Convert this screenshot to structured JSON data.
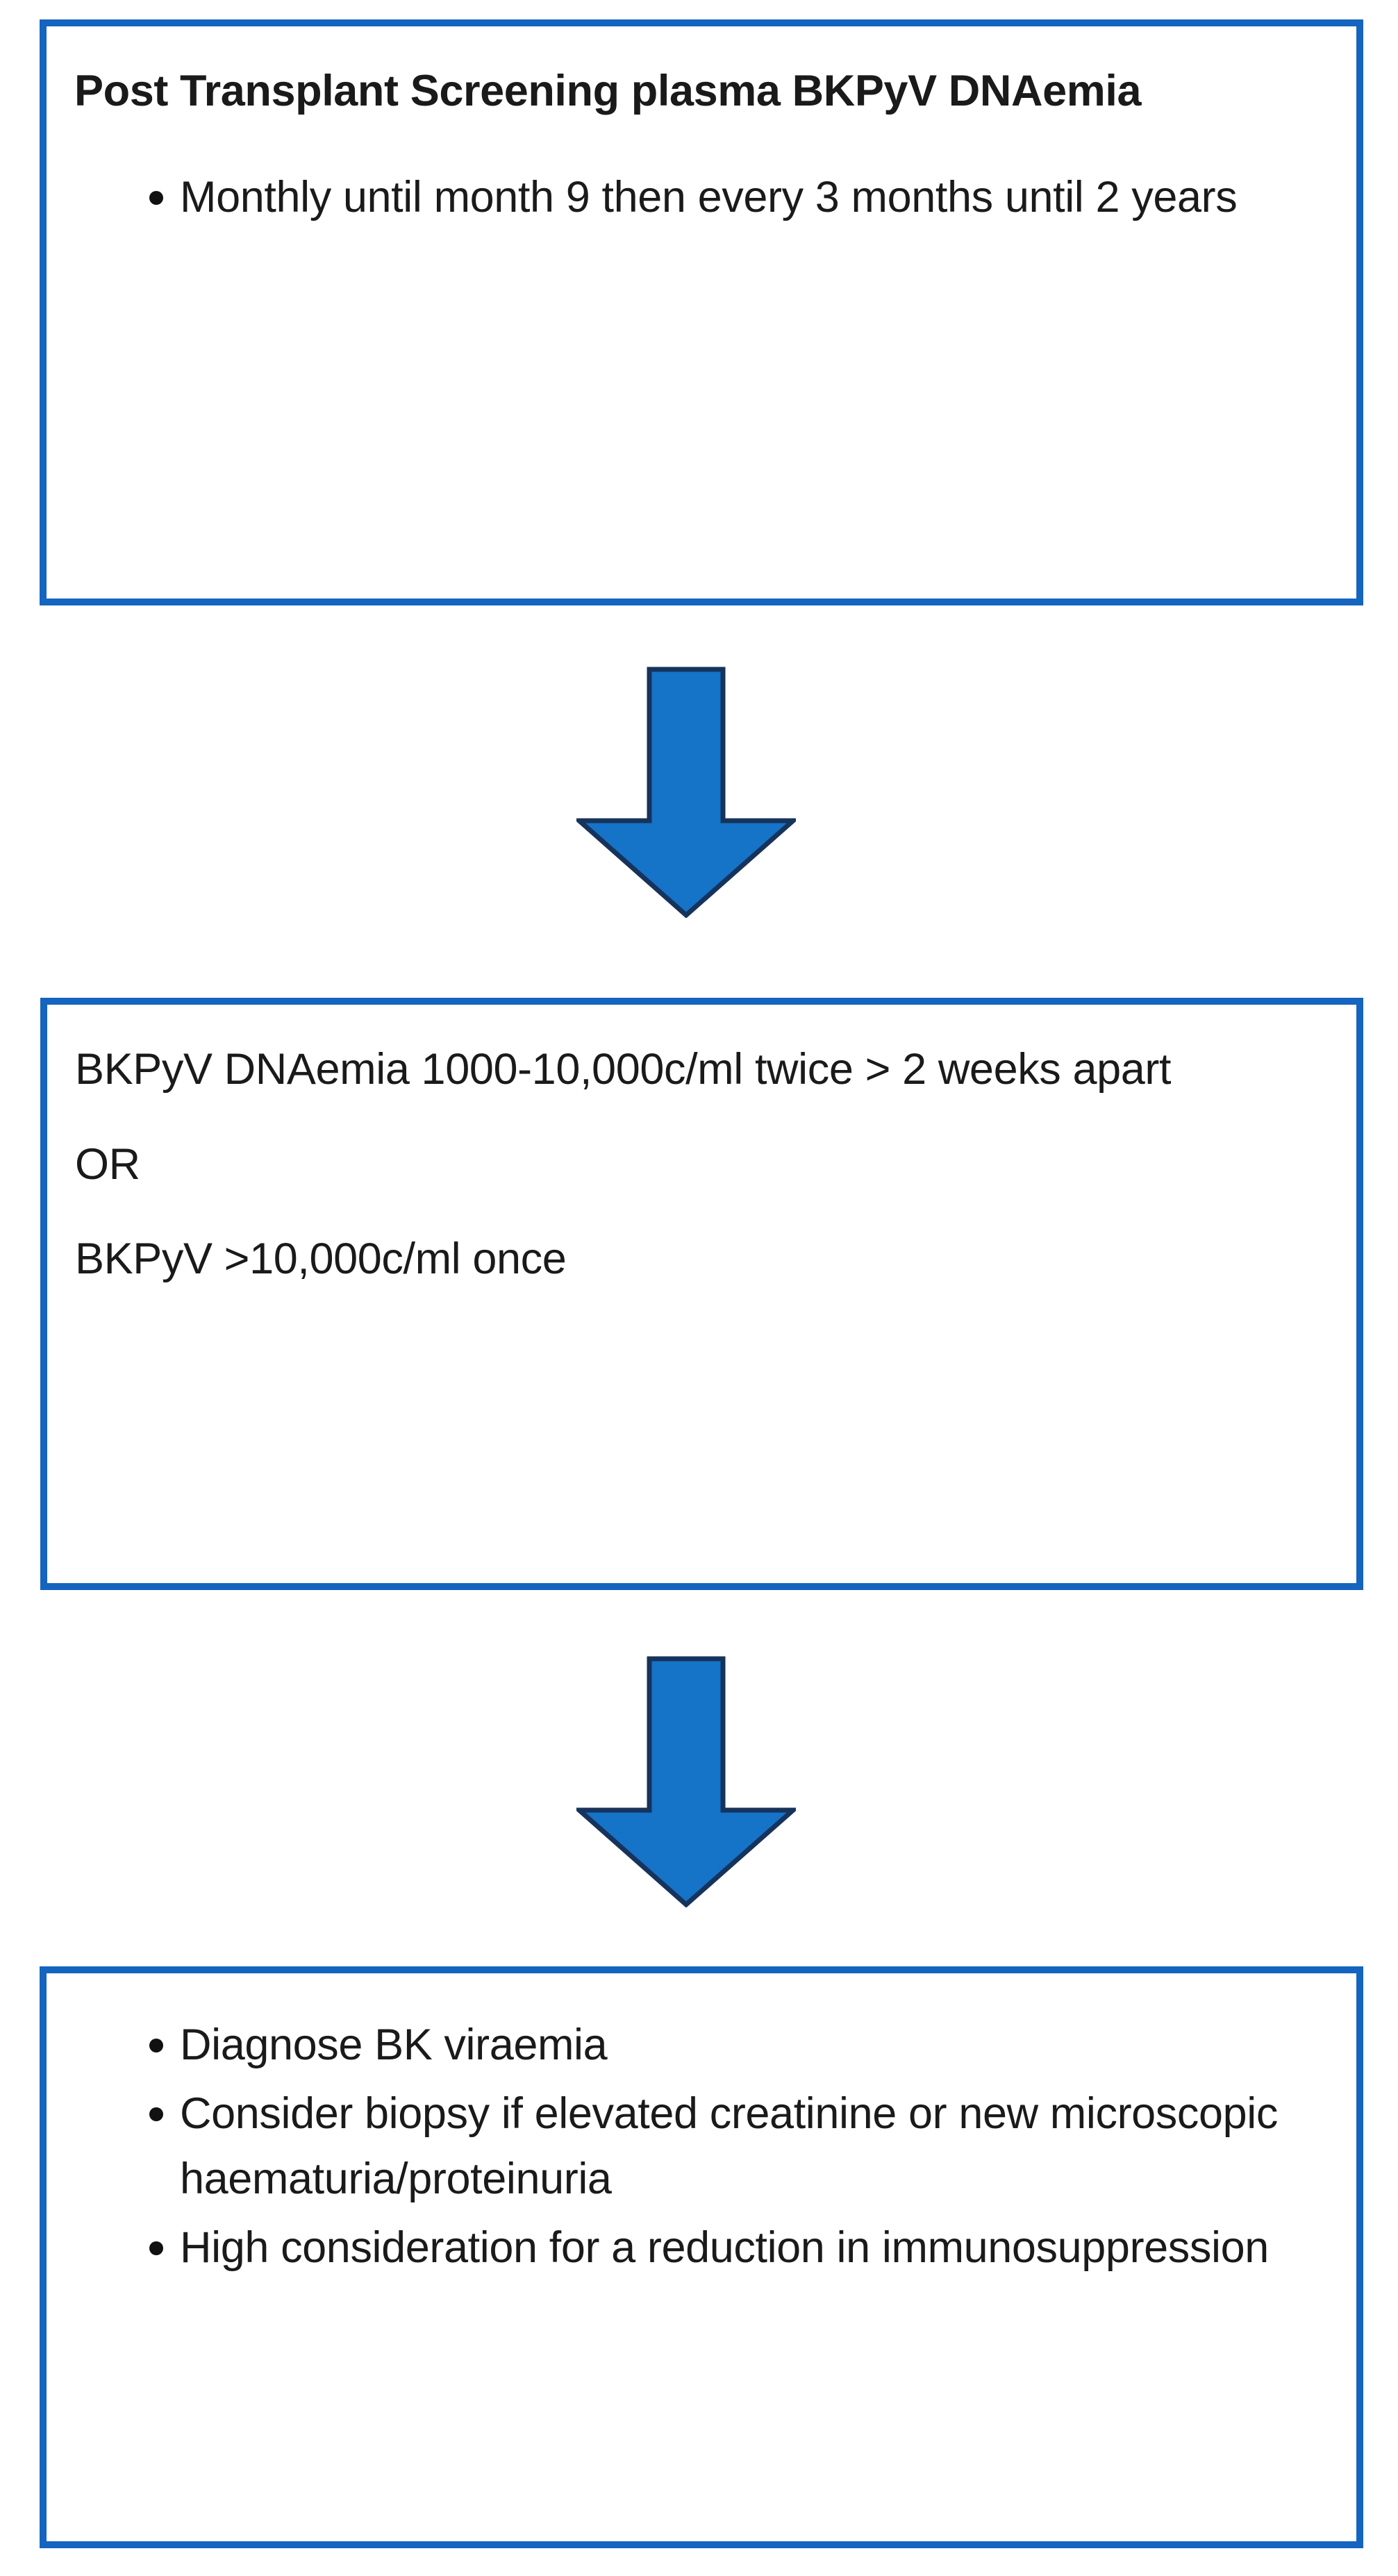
{
  "diagram": {
    "title": "Post Transplant Screening plasma BKPyV DNAemia pathway",
    "accent_color": "#1464C0",
    "arrow_fill_color": "#1573C8",
    "arrow_outline_color": "#16335C",
    "text_color": "#1a1a1a",
    "background_color": "#ffffff"
  },
  "box1": {
    "heading": "Post Transplant Screening plasma BKPyV DNAemia",
    "bullets": [
      "Monthly until month 9 then every 3 months until 2 years"
    ]
  },
  "arrow1": {
    "label": "down-arrow-1",
    "direction": "down"
  },
  "box2": {
    "lines": [
      "BKPyV DNAemia 1000-10,000c/ml twice > 2 weeks apart",
      "OR",
      "BKPyV >10,000c/ml once"
    ]
  },
  "arrow2": {
    "label": "down-arrow-2",
    "direction": "down"
  },
  "box3": {
    "bullets": [
      "Diagnose BK viraemia",
      "Consider biopsy if elevated creatinine or new microscopic haematuria/proteinuria",
      "High consideration for a reduction in immunosuppression"
    ]
  }
}
